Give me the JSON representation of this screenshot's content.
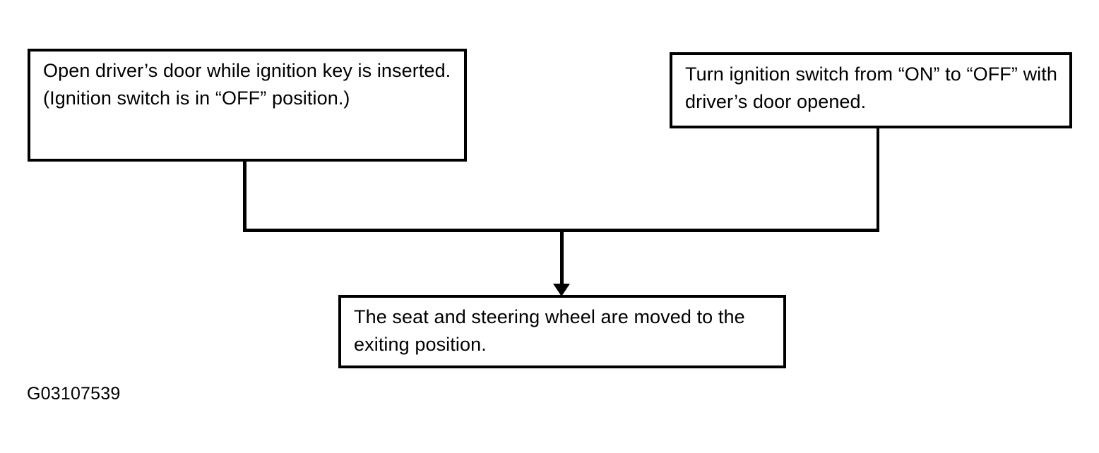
{
  "diagram": {
    "type": "flowchart",
    "figure_code": "G03107539",
    "line_color": "#000000",
    "background_color": "#ffffff",
    "boxes": [
      {
        "id": "open-door",
        "text": "Open driver’s door while ignition key is inserted. (Ignition switch is in “OFF” position.)"
      },
      {
        "id": "turn-switch",
        "text": "Turn ignition switch from “ON” to “OFF” with driver’s door opened."
      },
      {
        "id": "result",
        "text": "The seat and steering wheel are moved to the exiting position."
      }
    ],
    "connectors": [
      {
        "id": "stem-left",
        "from": "open-door",
        "to": "bus"
      },
      {
        "id": "stem-right",
        "from": "turn-switch",
        "to": "bus"
      },
      {
        "id": "bus-horizontal",
        "from": "stem-left",
        "to": "stem-right"
      },
      {
        "id": "arrow-to-result",
        "from": "bus",
        "to": "result",
        "arrowhead": "down"
      }
    ]
  }
}
